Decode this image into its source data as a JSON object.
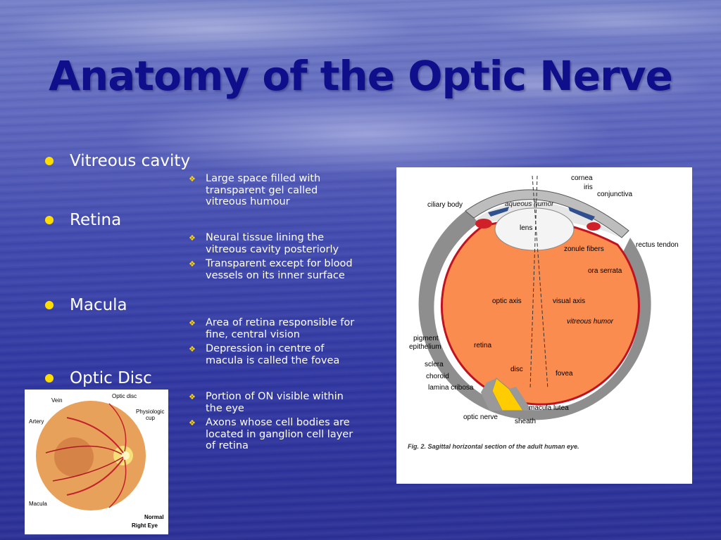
{
  "title": "Anatomy of the Optic Nerve",
  "bullets": [
    {
      "label": "Vitreous cavity",
      "subs": [
        "Large space filled with transparent gel called vitreous humour"
      ]
    },
    {
      "label": "Retina",
      "subs": [
        "Neural tissue lining the vitreous cavity posteriorly",
        "Transparent except for blood vessels on its inner surface"
      ]
    },
    {
      "label": "Macula",
      "subs": [
        "Area of retina responsible for fine, central vision",
        "Depression in centre of macula is called the fovea"
      ]
    },
    {
      "label": "Optic Disc",
      "subs": [
        "Portion of ON visible within the eye",
        "Axons whose cell bodies are located in ganglion cell layer of retina"
      ]
    }
  ],
  "eye_diagram": {
    "labels": {
      "cornea": "cornea",
      "iris": "iris",
      "conjunctiva": "conjunctiva",
      "ciliary_body": "ciliary body",
      "aqueous_humor": "aqueous humor",
      "lens": "lens",
      "zonule_fibers": "zonule fibers",
      "rectus_tendon": "rectus tendon",
      "ora_serrata": "ora serrata",
      "optic_axis": "optic axis",
      "visual_axis": "visual axis",
      "vitreous_humor": "vitreous humor",
      "pigment": "pigment",
      "epithelium": "epithelium",
      "retina": "retina",
      "sclera": "sclera",
      "disc": "disc",
      "fovea": "fovea",
      "choroid": "choroid",
      "lamina_cribosa": "lamina cribosa",
      "macula_lutea": "macula lutea",
      "optic_nerve": "optic nerve",
      "sheath": "sheath"
    },
    "caption": "Fig. 2. Sagittal horizontal section of the adult human eye."
  },
  "fundus_image": {
    "labels": {
      "vein": "Vein",
      "optic_disc": "Optic disc",
      "physiologic": "Physiologic",
      "cup": "cup",
      "artery": "Artery",
      "macula": "Macula",
      "normal": "Normal",
      "right_eye": "Right Eye"
    }
  },
  "colors": {
    "title": "#0f0f8c",
    "bullet_dot": "#ffdd00",
    "sub_bullet": "#ffd400",
    "vitreous": "#fb8c4f"
  }
}
